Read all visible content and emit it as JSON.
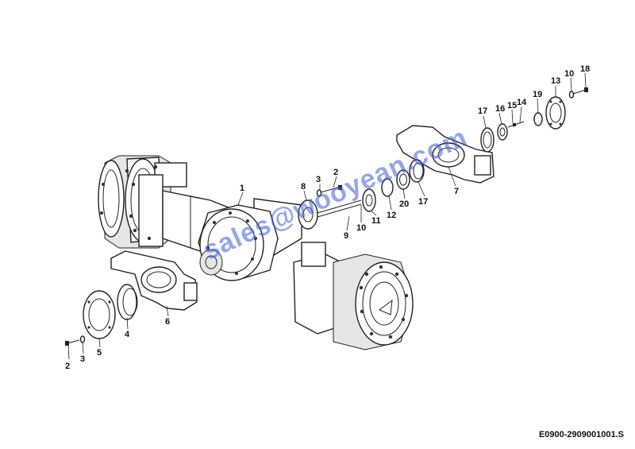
{
  "drawing_code": "E0900-2909001001.S",
  "watermark": "sales@wooyean.com",
  "callouts": [
    {
      "id": "c1",
      "label": "1"
    },
    {
      "id": "c2a",
      "label": "2"
    },
    {
      "id": "c3a",
      "label": "3"
    },
    {
      "id": "c8",
      "label": "8"
    },
    {
      "id": "c9",
      "label": "9"
    },
    {
      "id": "c10a",
      "label": "10"
    },
    {
      "id": "c11",
      "label": "11"
    },
    {
      "id": "c12",
      "label": "12"
    },
    {
      "id": "c20",
      "label": "20"
    },
    {
      "id": "c17a",
      "label": "17"
    },
    {
      "id": "c7",
      "label": "7"
    },
    {
      "id": "c17b",
      "label": "17"
    },
    {
      "id": "c16",
      "label": "16"
    },
    {
      "id": "c15",
      "label": "15"
    },
    {
      "id": "c14",
      "label": "14"
    },
    {
      "id": "c19",
      "label": "19"
    },
    {
      "id": "c13",
      "label": "13"
    },
    {
      "id": "c10b",
      "label": "10"
    },
    {
      "id": "c18",
      "label": "18"
    },
    {
      "id": "c6",
      "label": "6"
    },
    {
      "id": "c4",
      "label": "4"
    },
    {
      "id": "c5",
      "label": "5"
    },
    {
      "id": "c3b",
      "label": "3"
    },
    {
      "id": "c2b",
      "label": "2"
    }
  ]
}
